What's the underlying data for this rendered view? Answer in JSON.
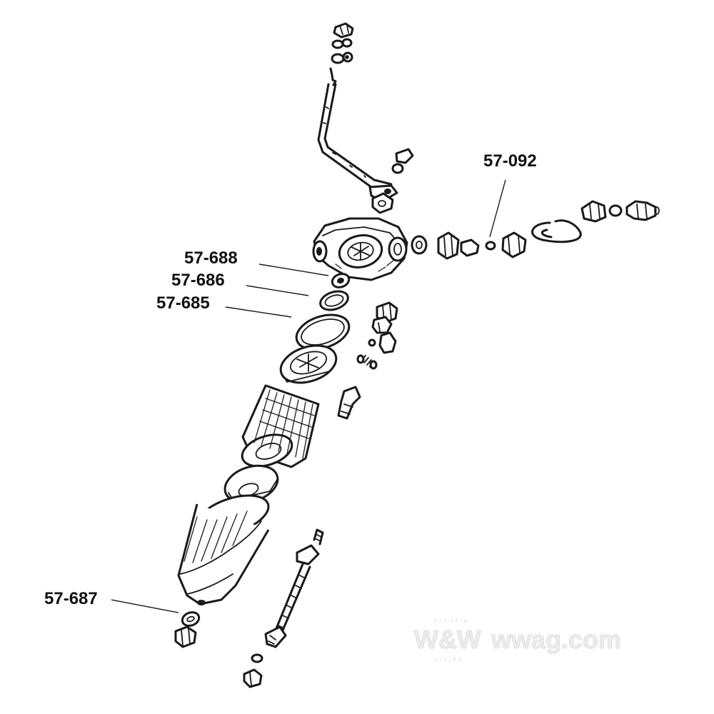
{
  "callouts": [
    {
      "id": "57-092",
      "text": "57-092"
    },
    {
      "id": "57-688",
      "text": "57-688"
    },
    {
      "id": "57-686",
      "text": "57-686"
    },
    {
      "id": "57-685",
      "text": "57-685"
    },
    {
      "id": "57-687",
      "text": "57-687"
    }
  ],
  "watermark": {
    "est": "EST 1979",
    "logo": "W&W",
    "sub": "CYCLES",
    "site": "wwag.com"
  },
  "colors": {
    "ink": "#1a1a1a",
    "watermark": "#ececec",
    "background": "#ffffff"
  }
}
